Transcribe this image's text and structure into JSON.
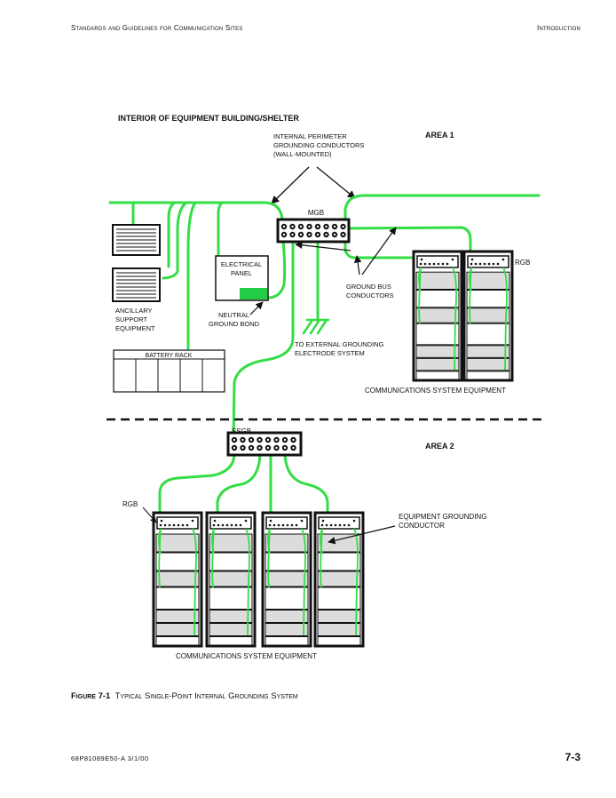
{
  "header": {
    "left": "Standards and Guidelines for Communication Sites",
    "right": "Introduction"
  },
  "diagram": {
    "title": "INTERIOR OF EQUIPMENT BUILDING/SHELTER",
    "area1": "AREA 1",
    "area2": "AREA 2",
    "perimeter_label": [
      "INTERNAL PERIMETER",
      "GROUNDING CONDUCTORS",
      "(WALL-MOUNTED)"
    ],
    "mgb": "MGB",
    "ssgb": "SSGB",
    "rgb_area1": "RGB",
    "rgb_area2": "RGB",
    "electrical_panel": [
      "ELECTRICAL",
      "PANEL"
    ],
    "neutral_bond": [
      "NEUTRAL",
      "GROUND BOND"
    ],
    "ancillary": [
      "ANCILLARY",
      "SUPPORT",
      "EQUIPMENT"
    ],
    "battery_rack": "BATTERY RACK",
    "ground_bus": [
      "GROUND BUS",
      "CONDUCTORS"
    ],
    "external_electrode": [
      "TO EXTERNAL GROUNDING",
      "ELECTRODE SYSTEM"
    ],
    "comm_equipment_area1": "COMMUNICATIONS SYSTEM EQUIPMENT",
    "comm_equipment_area2": "COMMUNICATIONS SYSTEM EQUIPMENT",
    "equipment_conductor": [
      "EQUIPMENT GROUNDING",
      "CONDUCTOR"
    ],
    "colors": {
      "conductor": "#33dd44",
      "panel_bond": "#22cc44",
      "shelf_gray": "#dcdcdc"
    }
  },
  "caption": {
    "prefix": "Figure 7-1",
    "title": "Typical Single-Point Internal Grounding System"
  },
  "footer": {
    "doc_id": "68P81089E50-A   3/1/00",
    "page": "7-3"
  }
}
